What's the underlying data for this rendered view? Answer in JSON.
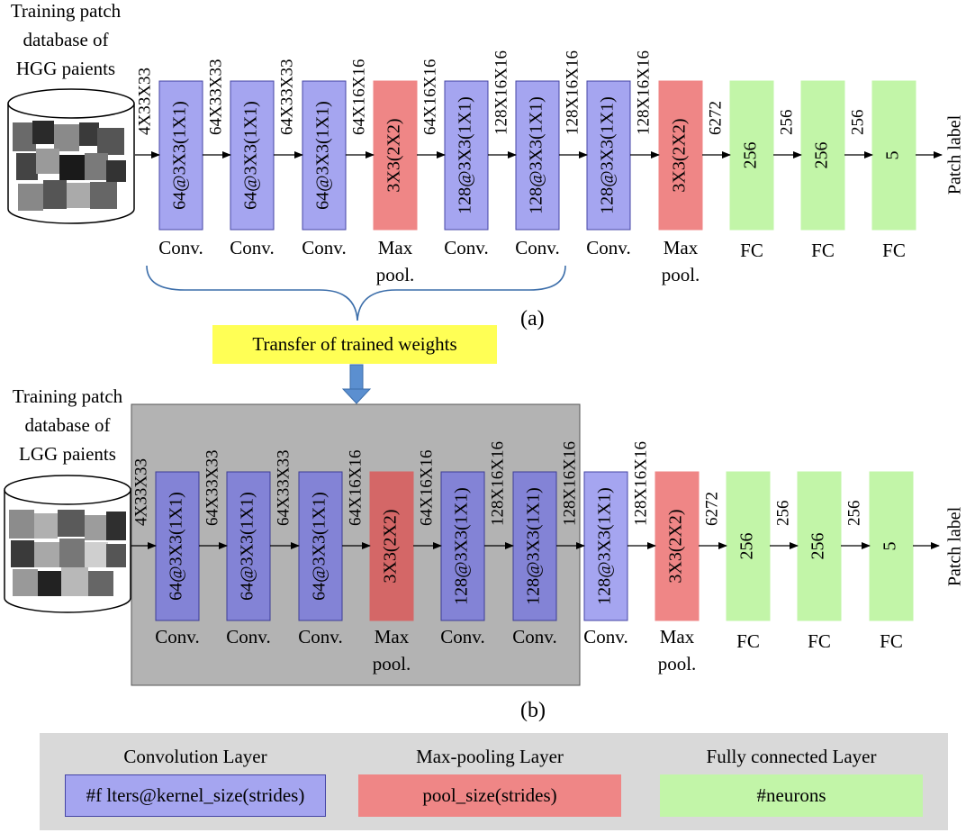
{
  "panels": [
    {
      "caption": "(a)",
      "database_label": [
        "Training patch",
        "database of",
        "HGG paients"
      ],
      "input_dim": "4X33X33",
      "output_label": "Patch label",
      "layers": [
        {
          "kind": "conv",
          "text": "64@3X3(1X1)",
          "type_label": [
            "Conv."
          ],
          "out_dim": "64X33X33"
        },
        {
          "kind": "conv",
          "text": "64@3X3(1X1)",
          "type_label": [
            "Conv."
          ],
          "out_dim": "64X33X33"
        },
        {
          "kind": "conv",
          "text": "64@3X3(1X1)",
          "type_label": [
            "Conv."
          ],
          "out_dim": "64X16X16"
        },
        {
          "kind": "pool",
          "text": "3X3(2X2)",
          "type_label": [
            "Max",
            "pool."
          ],
          "out_dim": "64X16X16"
        },
        {
          "kind": "conv",
          "text": "128@3X3(1X1)",
          "type_label": [
            "Conv."
          ],
          "out_dim": "128X16X16"
        },
        {
          "kind": "conv",
          "text": "128@3X3(1X1)",
          "type_label": [
            "Conv."
          ],
          "out_dim": "128X16X16"
        },
        {
          "kind": "conv",
          "text": "128@3X3(1X1)",
          "type_label": [
            "Conv."
          ],
          "out_dim": "128X16X16"
        },
        {
          "kind": "pool",
          "text": "3X3(2X2)",
          "type_label": [
            "Max",
            "pool."
          ],
          "out_dim": "6272"
        },
        {
          "kind": "fc",
          "text": "256",
          "type_label": [
            "FC"
          ],
          "out_dim": "256"
        },
        {
          "kind": "fc",
          "text": "256",
          "type_label": [
            "FC"
          ],
          "out_dim": "256"
        },
        {
          "kind": "fc",
          "text": "5",
          "type_label": [
            "FC"
          ],
          "out_dim": ""
        }
      ]
    },
    {
      "caption": "(b)",
      "database_label": [
        "Training patch",
        "database of",
        "LGG paients"
      ],
      "input_dim": "4X33X33",
      "output_label": "Patch label",
      "layers": [
        {
          "kind": "conv",
          "text": "64@3X3(1X1)",
          "type_label": [
            "Conv."
          ],
          "out_dim": "64X33X33"
        },
        {
          "kind": "conv",
          "text": "64@3X3(1X1)",
          "type_label": [
            "Conv."
          ],
          "out_dim": "64X33X33"
        },
        {
          "kind": "conv",
          "text": "64@3X3(1X1)",
          "type_label": [
            "Conv."
          ],
          "out_dim": "64X16X16"
        },
        {
          "kind": "pool",
          "text": "3X3(2X2)",
          "type_label": [
            "Max",
            "pool."
          ],
          "out_dim": "64X16X16"
        },
        {
          "kind": "conv",
          "text": "128@3X3(1X1)",
          "type_label": [
            "Conv."
          ],
          "out_dim": "128X16X16"
        },
        {
          "kind": "conv",
          "text": "128@3X3(1X1)",
          "type_label": [
            "Conv."
          ],
          "out_dim": "128X16X16"
        },
        {
          "kind": "conv",
          "text": "128@3X3(1X1)",
          "type_label": [
            "Conv."
          ],
          "out_dim": "128X16X16"
        },
        {
          "kind": "pool",
          "text": "3X3(2X2)",
          "type_label": [
            "Max",
            "pool."
          ],
          "out_dim": "6272"
        },
        {
          "kind": "fc",
          "text": "256",
          "type_label": [
            "FC"
          ],
          "out_dim": "256"
        },
        {
          "kind": "fc",
          "text": "256",
          "type_label": [
            "FC"
          ],
          "out_dim": "256"
        },
        {
          "kind": "fc",
          "text": "5",
          "type_label": [
            "FC"
          ],
          "out_dim": ""
        }
      ]
    }
  ],
  "transfer_label": "Transfer of trained weights",
  "legend": {
    "conv": {
      "title": "Convolution Layer",
      "text": "#f lters@kernel_size(strides)"
    },
    "pool": {
      "title": "Max-pooling Layer",
      "text": "pool_size(strides)"
    },
    "fc": {
      "title": "Fully connected Layer",
      "text": "#neurons"
    }
  },
  "colors": {
    "conv": "#a5a5f0",
    "conv_shaded": "#8383d6",
    "pool": "#ef8686",
    "pool_shaded": "#d46767",
    "fc": "#c2f5a8",
    "transfer": "#ffff55",
    "shade_region": "#b3b3b3",
    "legend_bg": "#d9d9d9",
    "arrow": "#5b8fd0"
  }
}
